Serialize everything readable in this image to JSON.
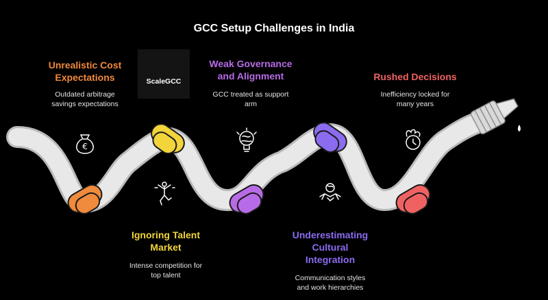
{
  "title": "GCC Setup Challenges in India",
  "logo": {
    "text": "ScaleGCC"
  },
  "challenges": [
    {
      "heading": [
        "Unrealistic Cost",
        "Expectations"
      ],
      "description": [
        "Outdated arbitrage",
        "savings expectations"
      ],
      "color": "#f08a3c",
      "icon": "money-bag-euro-icon"
    },
    {
      "heading": [
        "Ignoring Talent",
        "Market"
      ],
      "description": [
        "Intense competition for",
        "top talent"
      ],
      "color": "#f2d43b",
      "icon": "running-person-icon"
    },
    {
      "heading": [
        "Weak Governance",
        "and Alignment"
      ],
      "description": [
        "GCC treated as support",
        "arm"
      ],
      "color": "#b86be6",
      "icon": "lightbulb-globe-icon"
    },
    {
      "heading": [
        "Underestimating",
        "Cultural",
        "Integration"
      ],
      "description": [
        "Communication styles",
        "and work hierarchies"
      ],
      "color": "#8b6cf0",
      "icon": "handshake-globe-icon"
    },
    {
      "heading": [
        "Rushed Decisions"
      ],
      "description": [
        "Inefficiency locked for",
        "many years"
      ],
      "color": "#f06262",
      "icon": "clock-fire-icon"
    }
  ],
  "colors": {
    "background": "#000000",
    "hose": "#e8e8e8",
    "hose_outline": "#b9b9b9",
    "brand_green": "#4caf50"
  }
}
